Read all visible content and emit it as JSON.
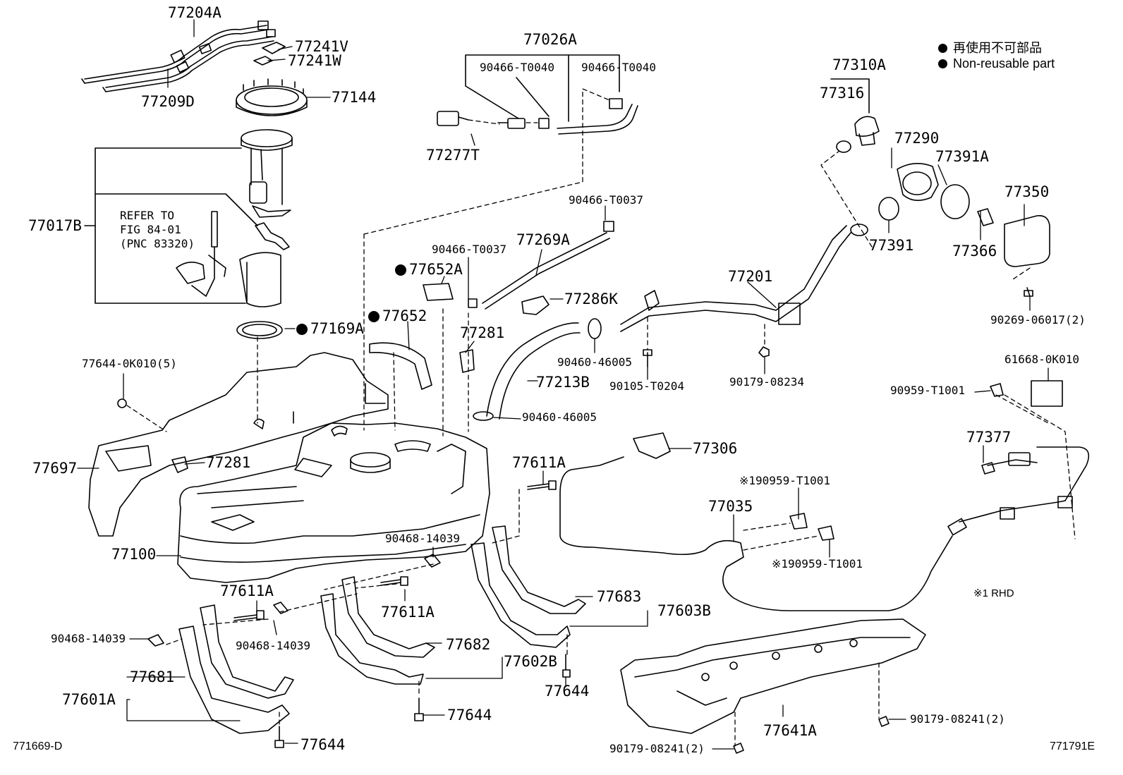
{
  "legend": {
    "jp": "再使用不可部品",
    "en": "Non-reusable part"
  },
  "refer": {
    "line1": "REFER TO",
    "line2": "FIG 84-01",
    "line3": "(PNC 83320)"
  },
  "codes": {
    "left": "771669-D",
    "right": "771791E",
    "rhd": "※1 RHD"
  },
  "parts": {
    "p77204A": "77204A",
    "p77241V": "77241V",
    "p77241W": "77241W",
    "p77144": "77144",
    "p77209D": "77209D",
    "p77017B": "77017B",
    "p77169A": "77169A",
    "p77644_0K010": "77644-0K010(5)",
    "p77697": "77697",
    "p77281a": "77281",
    "p77100": "77100",
    "p77611A_a": "77611A",
    "p90468_a": "90468-14039",
    "p90468_b": "90468-14039",
    "p77681": "77681",
    "p77601A": "77601A",
    "p77644_a": "77644",
    "p77026A": "77026A",
    "p90466_T0040a": "90466-T0040",
    "p90466_T0040b": "90466-T0040",
    "p77277T": "77277T",
    "p90466_T0037a": "90466-T0037",
    "p77269A": "77269A",
    "p90466_T0037b": "90466-T0037",
    "p77652A": "77652A",
    "p77286K": "77286K",
    "p77652": "77652",
    "p77281b": "77281",
    "p77213B": "77213B",
    "p90460_a": "90460-46005",
    "p90460_b": "90460-46005",
    "p90105": "90105-T0204",
    "p77201": "77201",
    "p90179_08234": "90179-08234",
    "p77306": "77306",
    "p77611A_b": "77611A",
    "p90468_c": "90468-14039",
    "p77611A_c": "77611A",
    "p77682": "77682",
    "p77602B": "77602B",
    "p77644_b": "77644",
    "p77683": "77683",
    "p77603B": "77603B",
    "p77644_c": "77644",
    "p190959a": "※190959-T1001",
    "p77035": "77035",
    "p190959b": "※190959-T1001",
    "p77310A": "77310A",
    "p77316": "77316",
    "p77290": "77290",
    "p77391A": "77391A",
    "p77391": "77391",
    "p77350": "77350",
    "p77366": "77366",
    "p90269": "90269-06017(2)",
    "p61668": "61668-0K010",
    "p90959": "90959-T1001",
    "p77377": "77377",
    "p77641A": "77641A",
    "p90179_08241a": "90179-08241(2)",
    "p90179_08241b": "90179-08241(2)"
  }
}
